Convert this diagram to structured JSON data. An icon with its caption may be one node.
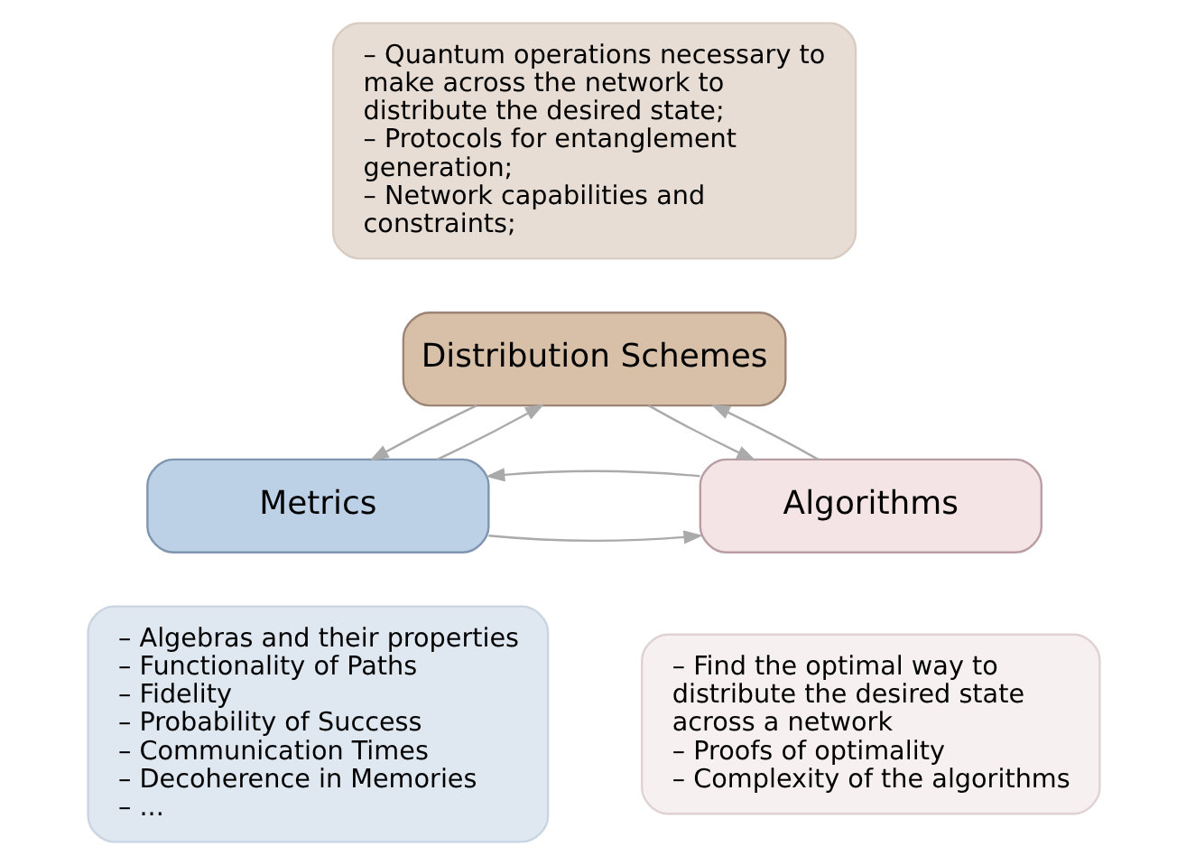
{
  "diagram": {
    "nodes": [
      {
        "text": [
          "– Quantum operations necessary to make across the network to distribute the desired state;",
          "– Protocols for entanglement generation;",
          "– Network capabilities and constraints;"
        ]
      },
      {
        "text": [
          "Distribution Schemes"
        ]
      },
      {
        "text": [
          "Metrics"
        ]
      },
      {
        "text": [
          "Algorithms"
        ]
      },
      {
        "text": [
          "– Algebras and their properties",
          "– Functionality of Paths",
          "– Fidelity",
          "– Probability of Success",
          "– Communication Times",
          "– Decoherence in Memories",
          "– ..."
        ]
      },
      {
        "text": [
          "– Find the optimal way to distribute the desired state across a network",
          "– Proofs of optimality",
          "– Complexity of the algorithms"
        ]
      }
    ],
    "edges": [
      {
        "from": 2,
        "to": 1,
        "arrow": "to"
      },
      {
        "from": 1,
        "to": 2,
        "arrow": "to"
      },
      {
        "from": 2,
        "to": 3,
        "arrow": "to"
      },
      {
        "from": 3,
        "to": 2,
        "arrow": "to"
      },
      {
        "from": 1,
        "to": 3,
        "arrow": "to"
      },
      {
        "from": 3,
        "to": 1,
        "arrow": "to"
      }
    ]
  }
}
